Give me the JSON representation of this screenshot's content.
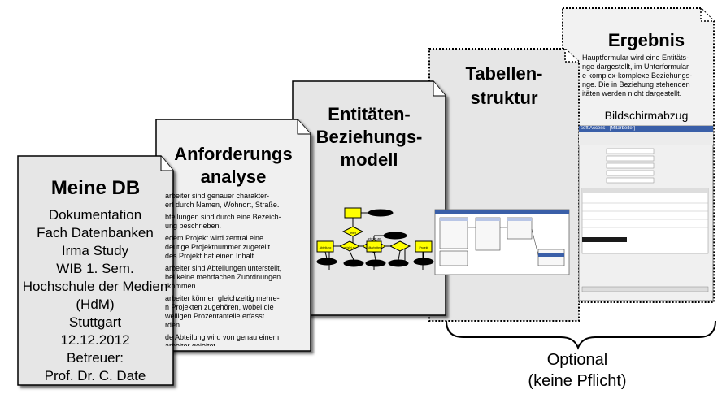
{
  "colors": {
    "page_fill": "#e6e6e6",
    "border": "#000000",
    "diamond": "#ffff00"
  },
  "doc_meine": {
    "title": "Meine DB",
    "lines": [
      "Dokumentation",
      "Fach Datenbanken",
      "Irma Study",
      "WIB 1. Sem.",
      "Hochschule der Medien",
      "(HdM)",
      "Stuttgart",
      "12.12.2012",
      "Betreuer:",
      "Prof. Dr. C. Date"
    ]
  },
  "doc_anforderung": {
    "title_l1": "Anforderungs",
    "title_l2": "analyse",
    "paragraphs": [
      "arbeiter sind genauer charakter-\nert durch Namen, Wohnort, Straße.",
      "bteilungen sind durch eine Bezeich-\nung beschrieben.",
      "edem Projekt wird zentral eine\ndeutige Projektnummer zugeteilt.\ndes Projekt hat einen Inhalt.",
      "arbeiter sind Abteilungen unterstellt,\nbei keine mehrfachen Zuordnungen\nrkommen",
      "arbeiter können gleichzeitig mehre-\nn Projekten zugehören, wobei die\nweiligen Prozentanteile erfasst\nrden.",
      "de Abteilung wird von genau einem\narbeiter geleitet."
    ]
  },
  "doc_er": {
    "title_l1": "Entitäten-",
    "title_l2": "Beziehungs-",
    "title_l3": "modell",
    "er_labels": [
      "Abteilung",
      "gehört zu",
      "Mitarbeiter",
      "arbeitet an",
      "Projekt",
      "leitet"
    ]
  },
  "doc_tabellen": {
    "title_l1": "Tabellen-",
    "title_l2": "struktur"
  },
  "doc_ergebnis": {
    "title": "Ergebnis",
    "text": "Hauptformular wird eine Entitäts-\nnge dargestellt, im Unterformular\ne komplex-komplexe Beziehungs-\nnge. Die in Beziehung stehenden\nitäten werden nicht dargestellt.",
    "subtitle": "Bildschirmabzug",
    "screenshot_title": "soft Access - [Mitarbeiter]"
  },
  "optional_note": {
    "line1": "Optional",
    "line2": "(keine Pflicht)"
  }
}
